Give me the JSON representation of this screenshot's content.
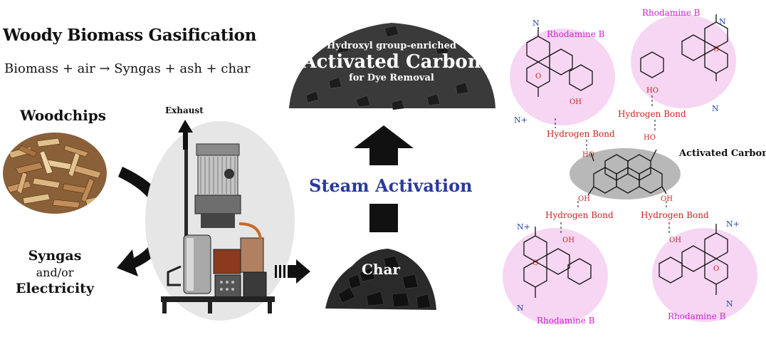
{
  "title": "Woody Biomass Gasification",
  "equation": "Biomass + air → Syngas + ash + char",
  "woodchips_label": "Woodchips",
  "exhaust_label": "Exhaust",
  "output_label": {
    "line1": "Syngas",
    "line2": "and/or",
    "line3": "Electricity"
  },
  "activated_carbon_box": {
    "line1": "Hydroxyl group-enriched",
    "line2": "Activated Carbon",
    "line3": "for Dye Removal"
  },
  "steam_activation_label": "Steam Activation",
  "char_label": "Char",
  "molecular_diagram": {
    "center_label": "Activated Carbon",
    "dye_label": "Rhodamine B",
    "bond_label": "Hydrogen Bond",
    "oh_label": "OH",
    "ho_label": "HO",
    "o_label": "O",
    "n_label": "N",
    "n_plus_label": "N+"
  },
  "colors": {
    "steam_text": "#2a3a9c",
    "rhodamine_text": "#cc22cc",
    "rhodamine_bubble": "#f6d6f2",
    "hydrogen_bond_text": "#cc2222",
    "carbon_ellipse": "#b8b8b8"
  }
}
